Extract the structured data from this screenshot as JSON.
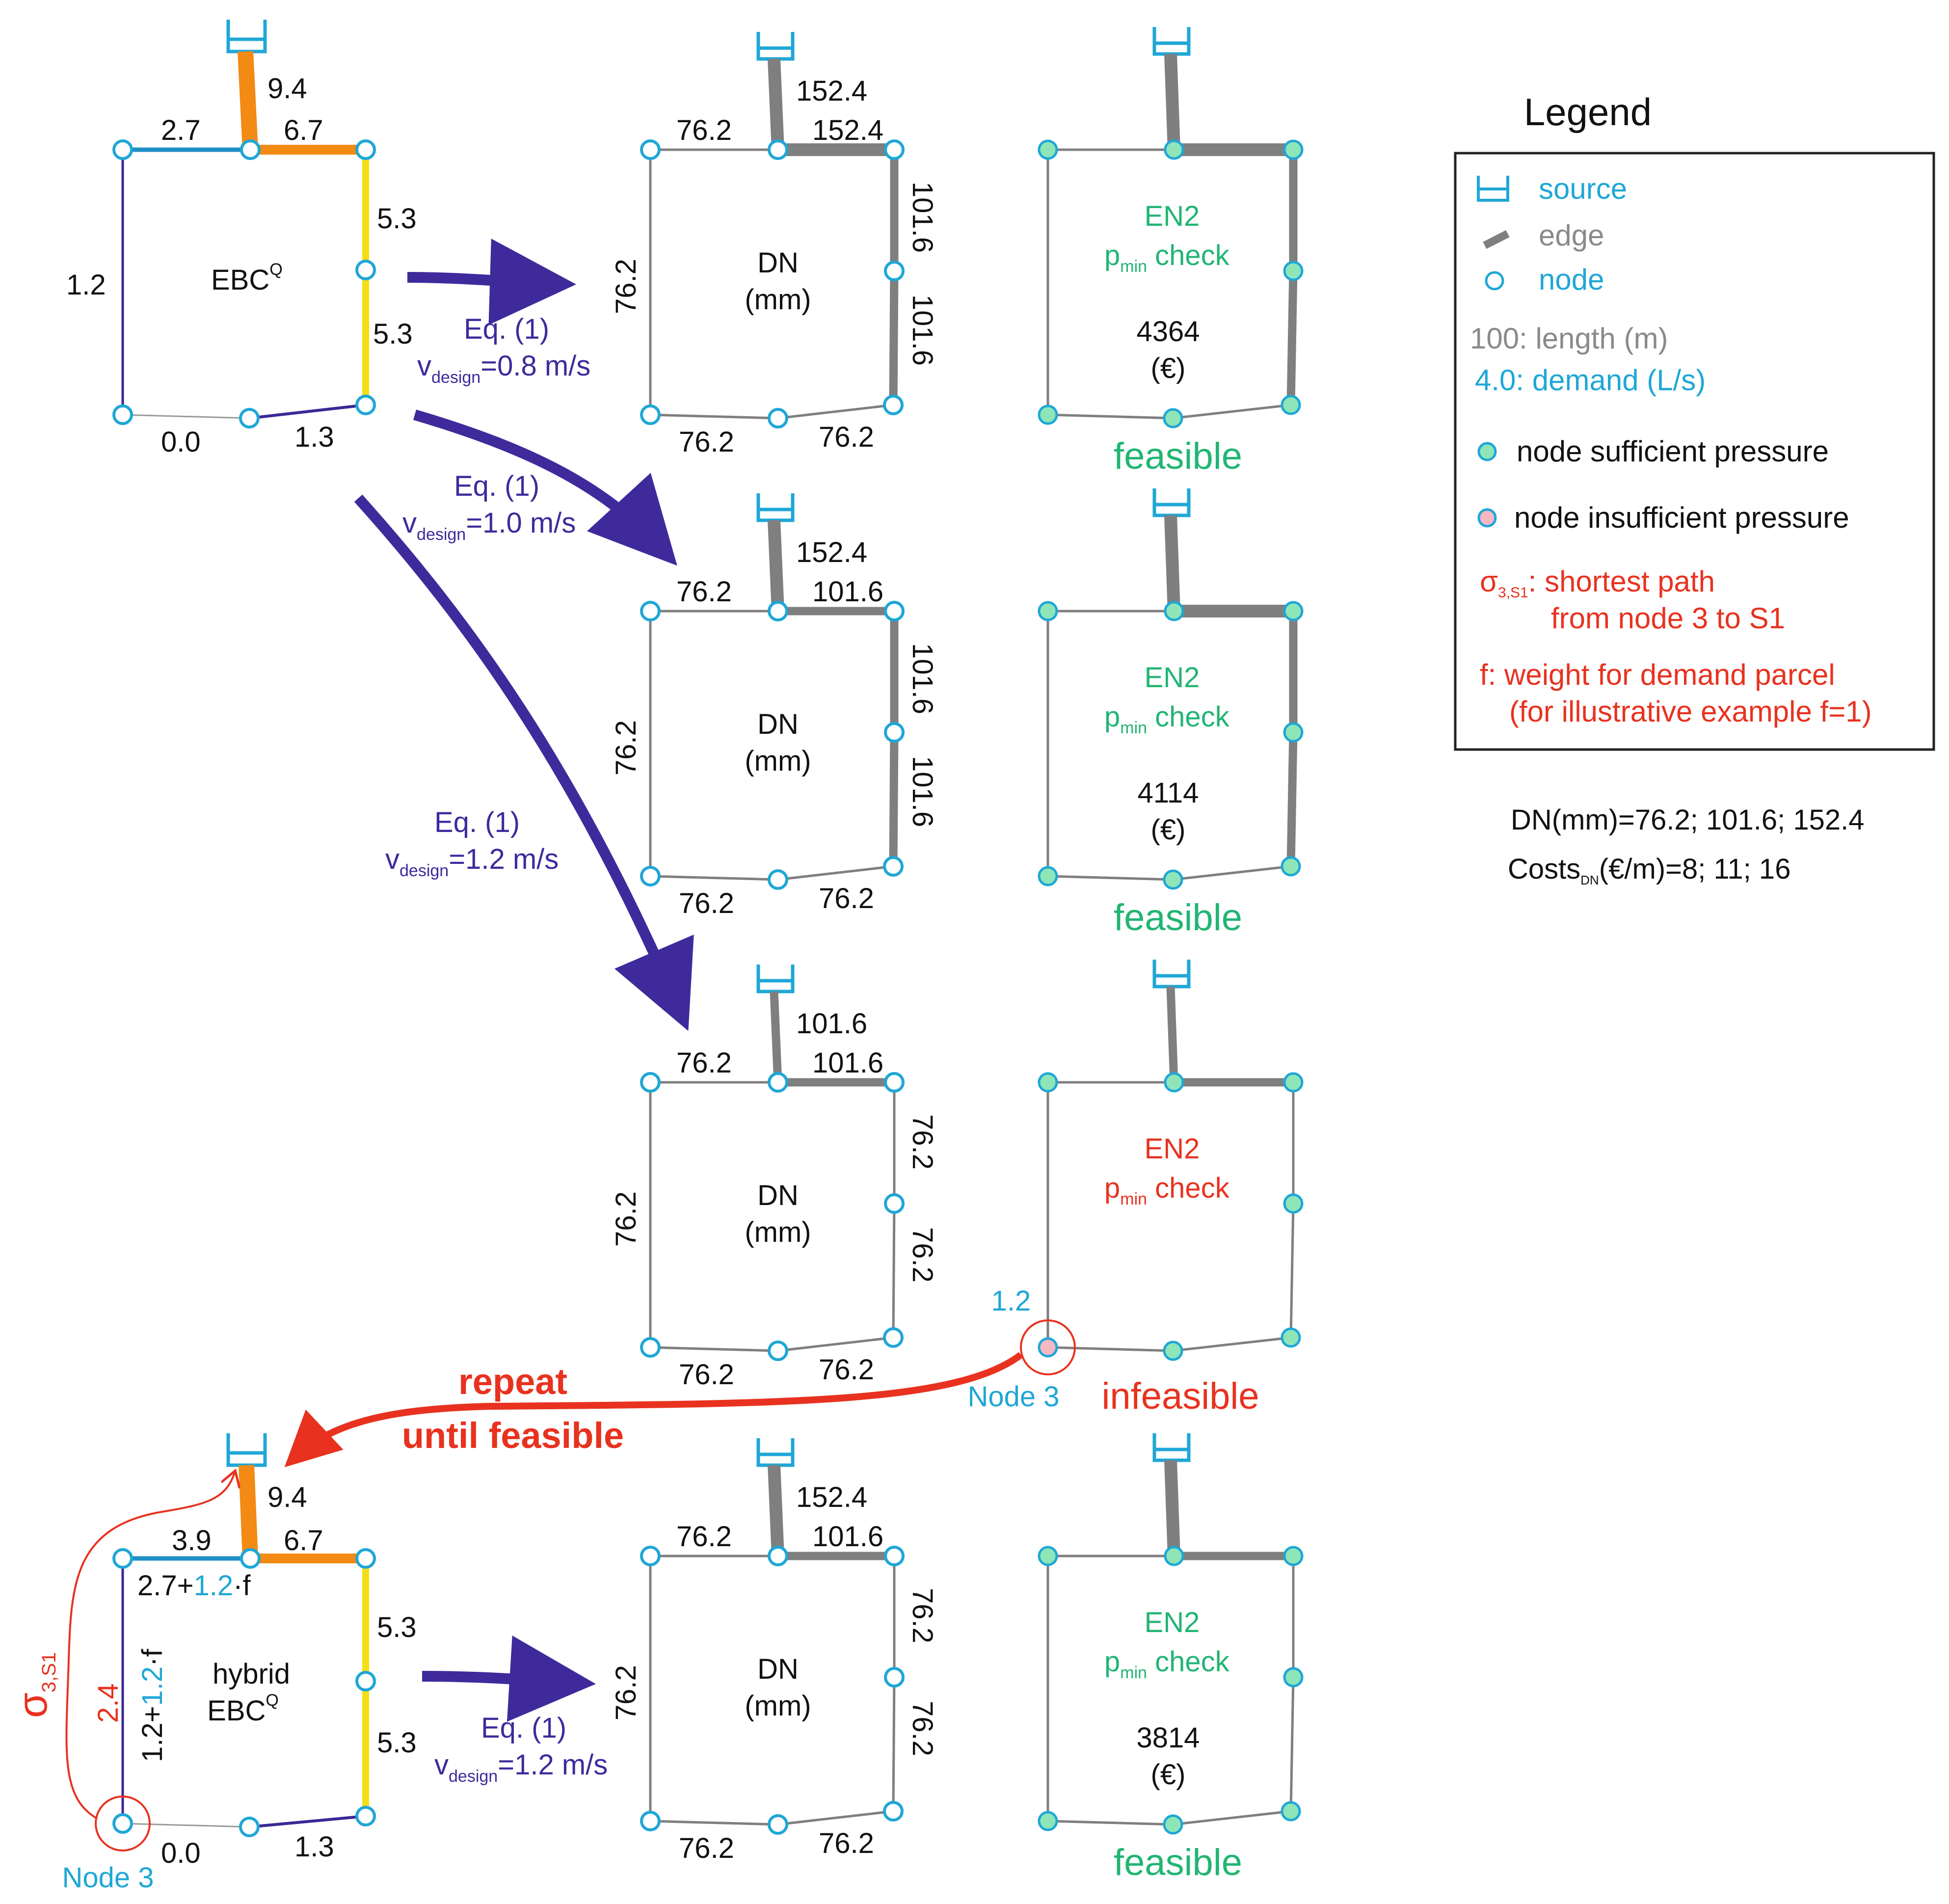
{
  "colors": {
    "orange": "#f28a14",
    "yellow": "#f5de16",
    "blue_edge": "#1f8fc6",
    "navy_edge": "#3b2896",
    "grey_edge": "#7f7f7f",
    "node_stroke": "#1fa7d6",
    "node_ok": "#8ee6b8",
    "node_bad": "#f4b7c3",
    "arrow": "#3f2a9c",
    "red": "#e8321f",
    "green": "#22b573",
    "cyan": "#1fa7d6"
  },
  "panel1": {
    "title": "EBC",
    "title_sup": "Q",
    "edges": {
      "source": "9.4",
      "top_left": "2.7",
      "top_right": "6.7",
      "right_top": "5.3",
      "right_bottom": "5.3",
      "left": "1.2",
      "bottom_left": "0.0",
      "bottom_right": "1.3"
    }
  },
  "arrows": {
    "a1": {
      "eq": "Eq. (1)",
      "v": "v",
      "sub": "design",
      "val": "=0.8 m/s"
    },
    "a2": {
      "eq": "Eq. (1)",
      "v": "v",
      "sub": "design",
      "val": "=1.0 m/s"
    },
    "a3": {
      "eq": "Eq. (1)",
      "v": "v",
      "sub": "design",
      "val": "=1.2 m/s"
    },
    "a4": {
      "eq": "Eq. (1)",
      "v": "v",
      "sub": "design",
      "val": "=1.2 m/s"
    }
  },
  "dn_panels": [
    {
      "line1": "DN",
      "line2": "(mm)",
      "source": "152.4",
      "top_left": "76.2",
      "top_right": "152.4",
      "right_top": "101.6",
      "right_bottom": "101.6",
      "left": "76.2",
      "bottom_left": "76.2",
      "bottom_right": "76.2"
    },
    {
      "line1": "DN",
      "line2": "(mm)",
      "source": "152.4",
      "top_left": "76.2",
      "top_right": "101.6",
      "right_top": "101.6",
      "right_bottom": "101.6",
      "left": "76.2",
      "bottom_left": "76.2",
      "bottom_right": "76.2"
    },
    {
      "line1": "DN",
      "line2": "(mm)",
      "source": "101.6",
      "top_left": "76.2",
      "top_right": "101.6",
      "right_top": "76.2",
      "right_bottom": "76.2",
      "left": "76.2",
      "bottom_left": "76.2",
      "bottom_right": "76.2"
    },
    {
      "line1": "DN",
      "line2": "(mm)",
      "source": "152.4",
      "top_left": "76.2",
      "top_right": "101.6",
      "right_top": "76.2",
      "right_bottom": "76.2",
      "left": "76.2",
      "bottom_left": "76.2",
      "bottom_right": "76.2"
    }
  ],
  "en2_panels": [
    {
      "title": "EN2",
      "p": "p",
      "p_sub": "min",
      "check": " check",
      "cost": "4364",
      "unit": "(€)",
      "status": "feasible"
    },
    {
      "title": "EN2",
      "p": "p",
      "p_sub": "min",
      "check": " check",
      "cost": "4114",
      "unit": "(€)",
      "status": "feasible"
    },
    {
      "title": "EN2",
      "p": "p",
      "p_sub": "min",
      "check": " check",
      "demand": "1.2",
      "node_label": "Node 3",
      "status": "infeasible"
    },
    {
      "title": "EN2",
      "p": "p",
      "p_sub": "min",
      "check": " check",
      "cost": "3814",
      "unit": "(€)",
      "status": "feasible"
    }
  ],
  "repeat": {
    "line1": "repeat",
    "line2": "until feasible"
  },
  "hybrid": {
    "line1": "hybrid",
    "line2": "EBC",
    "line2_sup": "Q",
    "source": "9.4",
    "top_left": "3.9",
    "top_right": "6.7",
    "top_formula_a": "2.7+",
    "top_formula_b": "1.2",
    "top_formula_c": "·f",
    "left_formula_a": "1.2+",
    "left_formula_b": "1.2",
    "left_formula_c": "·f",
    "left_path": "2.4",
    "sigma": "σ",
    "sigma_sub": "3,S1",
    "right_top": "5.3",
    "right_bottom": "5.3",
    "bottom_left": "0.0",
    "bottom_right": "1.3",
    "node_label": "Node 3"
  },
  "legend": {
    "title": "Legend",
    "source": "source",
    "edge": "edge",
    "node": "node",
    "length": "100: length (m)",
    "demand": "4.0: demand (L/s)",
    "sufficient": "node sufficient pressure",
    "insufficient": "node insufficient pressure",
    "sigma": "σ",
    "sigma_sub": "3,S1",
    "sigma_text1": ": shortest path",
    "sigma_text2": "from node 3 to S1",
    "f_text1": "f:  weight for demand parcel",
    "f_text2": "(for illustrative example f=1)"
  },
  "notes": {
    "dn": "DN(mm)=76.2; 101.6; 152.4",
    "costs_a": "Costs",
    "costs_sub": "DN",
    "costs_b": "(€/m)=8; 11; 16"
  }
}
